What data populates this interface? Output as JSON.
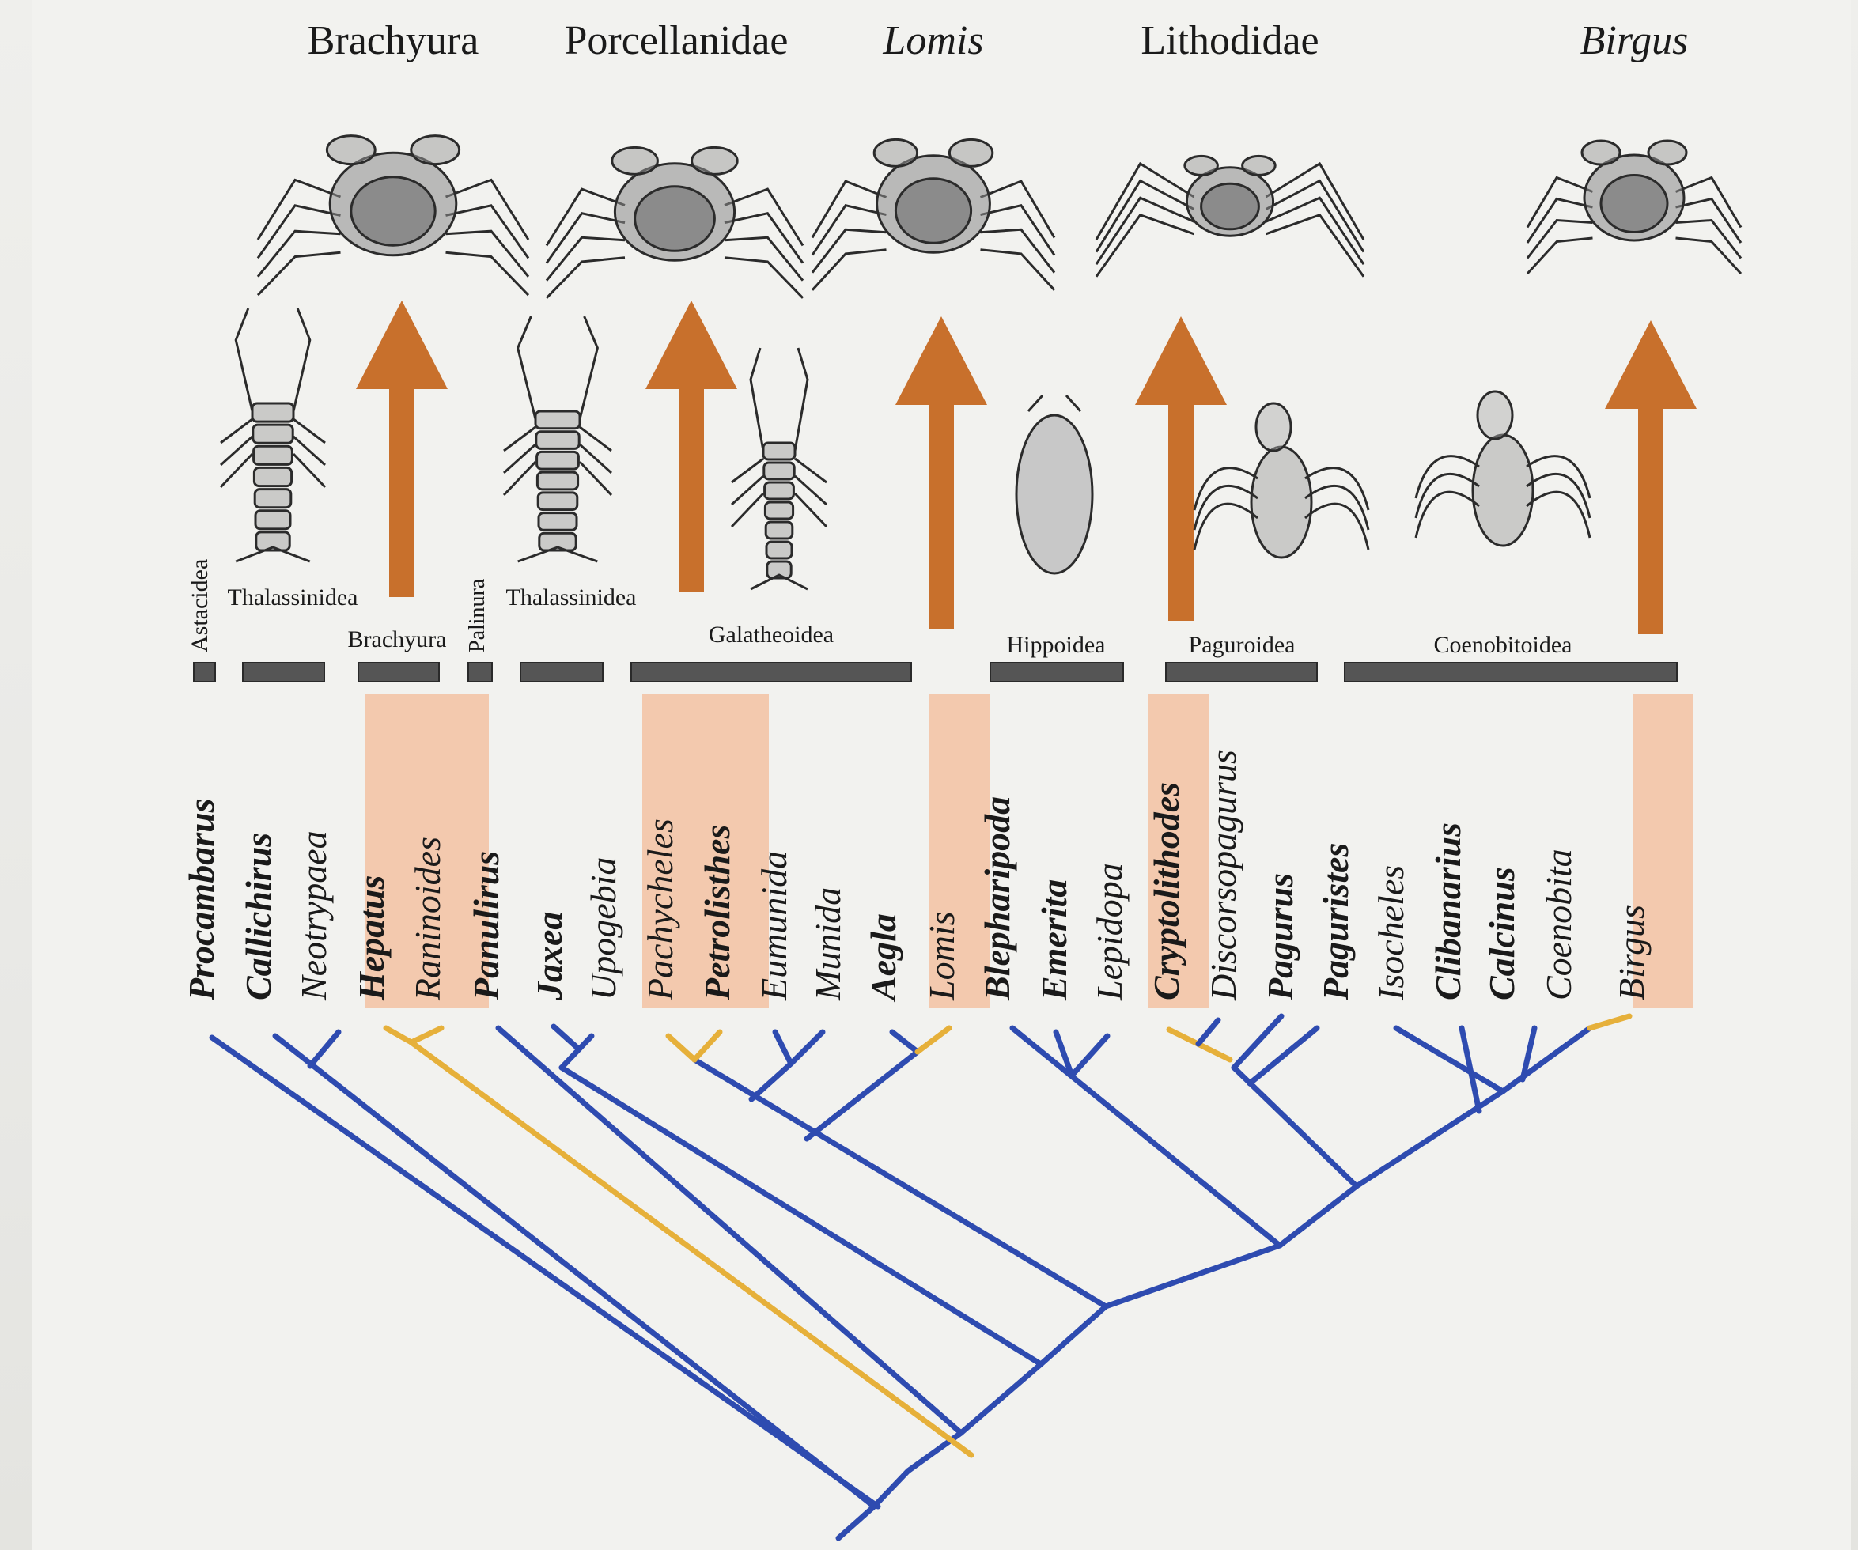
{
  "top_labels": [
    {
      "text": "Brachyura",
      "italic": false
    },
    {
      "text": "Porcellanidae",
      "italic": false
    },
    {
      "text": "Lomis",
      "italic": true
    },
    {
      "text": "Lithodidae",
      "italic": false
    },
    {
      "text": "Birgus",
      "italic": true
    }
  ],
  "groups": [
    {
      "text": "Astacidea",
      "vertical": true
    },
    {
      "text": "Thalassinidea",
      "vertical": false
    },
    {
      "text": "Brachyura",
      "vertical": false
    },
    {
      "text": "Palinura",
      "vertical": true
    },
    {
      "text": "Thalassinidea",
      "vertical": false
    },
    {
      "text": "Galatheoidea",
      "vertical": false
    },
    {
      "text": "Hippoidea",
      "vertical": false
    },
    {
      "text": "Paguroidea",
      "vertical": false
    },
    {
      "text": "Coenobitoidea",
      "vertical": false
    }
  ],
  "taxa": [
    {
      "name": "Procambarus",
      "bold": true,
      "highlight": false
    },
    {
      "name": "Callichirus",
      "bold": true,
      "highlight": false
    },
    {
      "name": "Neotrypaea",
      "bold": false,
      "highlight": false
    },
    {
      "name": "Hepatus",
      "bold": true,
      "highlight": true
    },
    {
      "name": "Raninoides",
      "bold": false,
      "highlight": true
    },
    {
      "name": "Panulirus",
      "bold": true,
      "highlight": false
    },
    {
      "name": "Jaxea",
      "bold": true,
      "highlight": false
    },
    {
      "name": "Upogebia",
      "bold": false,
      "highlight": false
    },
    {
      "name": "Pachycheles",
      "bold": false,
      "highlight": true
    },
    {
      "name": "Petrolisthes",
      "bold": true,
      "highlight": true
    },
    {
      "name": "Eumunida",
      "bold": false,
      "highlight": false
    },
    {
      "name": "Munida",
      "bold": false,
      "highlight": false
    },
    {
      "name": "Aegla",
      "bold": true,
      "highlight": false
    },
    {
      "name": "Lomis",
      "bold": false,
      "highlight": true
    },
    {
      "name": "Blepharipoda",
      "bold": true,
      "highlight": false
    },
    {
      "name": "Emerita",
      "bold": true,
      "highlight": false
    },
    {
      "name": "Lepidopa",
      "bold": false,
      "highlight": false
    },
    {
      "name": "Cryptolithodes",
      "bold": true,
      "highlight": true
    },
    {
      "name": "Discorsopagurus",
      "bold": false,
      "highlight": false
    },
    {
      "name": "Pagurus",
      "bold": true,
      "highlight": false
    },
    {
      "name": "Paguristes",
      "bold": true,
      "highlight": false
    },
    {
      "name": "Isocheles",
      "bold": false,
      "highlight": false
    },
    {
      "name": "Clibanarius",
      "bold": true,
      "highlight": false
    },
    {
      "name": "Calcinus",
      "bold": true,
      "highlight": false
    },
    {
      "name": "Coenobita",
      "bold": false,
      "highlight": false
    },
    {
      "name": "Birgus",
      "bold": false,
      "highlight": true
    }
  ],
  "illustrations": [
    {
      "name": "brachyura-crab-illustration",
      "kind": "crab"
    },
    {
      "name": "porcellanidae-crab-illustration",
      "kind": "crab"
    },
    {
      "name": "lomis-crab-illustration",
      "kind": "crab"
    },
    {
      "name": "lithodidae-crab-illustration",
      "kind": "spider-crab"
    },
    {
      "name": "birgus-crab-illustration",
      "kind": "crab"
    },
    {
      "name": "thalassinidea-shrimp-illustration",
      "kind": "shrimp"
    },
    {
      "name": "thalassinidea-mud-shrimp-illustration",
      "kind": "shrimp"
    },
    {
      "name": "galatheoidea-squat-lobster-illustration",
      "kind": "lobster"
    },
    {
      "name": "hippoidea-mole-crab-illustration",
      "kind": "mole-crab"
    },
    {
      "name": "paguroidea-hermit-crab-illustration",
      "kind": "hermit"
    },
    {
      "name": "coenobitoidea-hermit-crab-illustration",
      "kind": "hermit"
    }
  ],
  "colors": {
    "tree_blue": "#2e4bb0",
    "tree_yellow": "#e6b03a",
    "arrow_orange": "#c8702c",
    "highlight_peach": "#f3c9ae",
    "group_bar": "#555555",
    "text": "#1a1a1a"
  }
}
